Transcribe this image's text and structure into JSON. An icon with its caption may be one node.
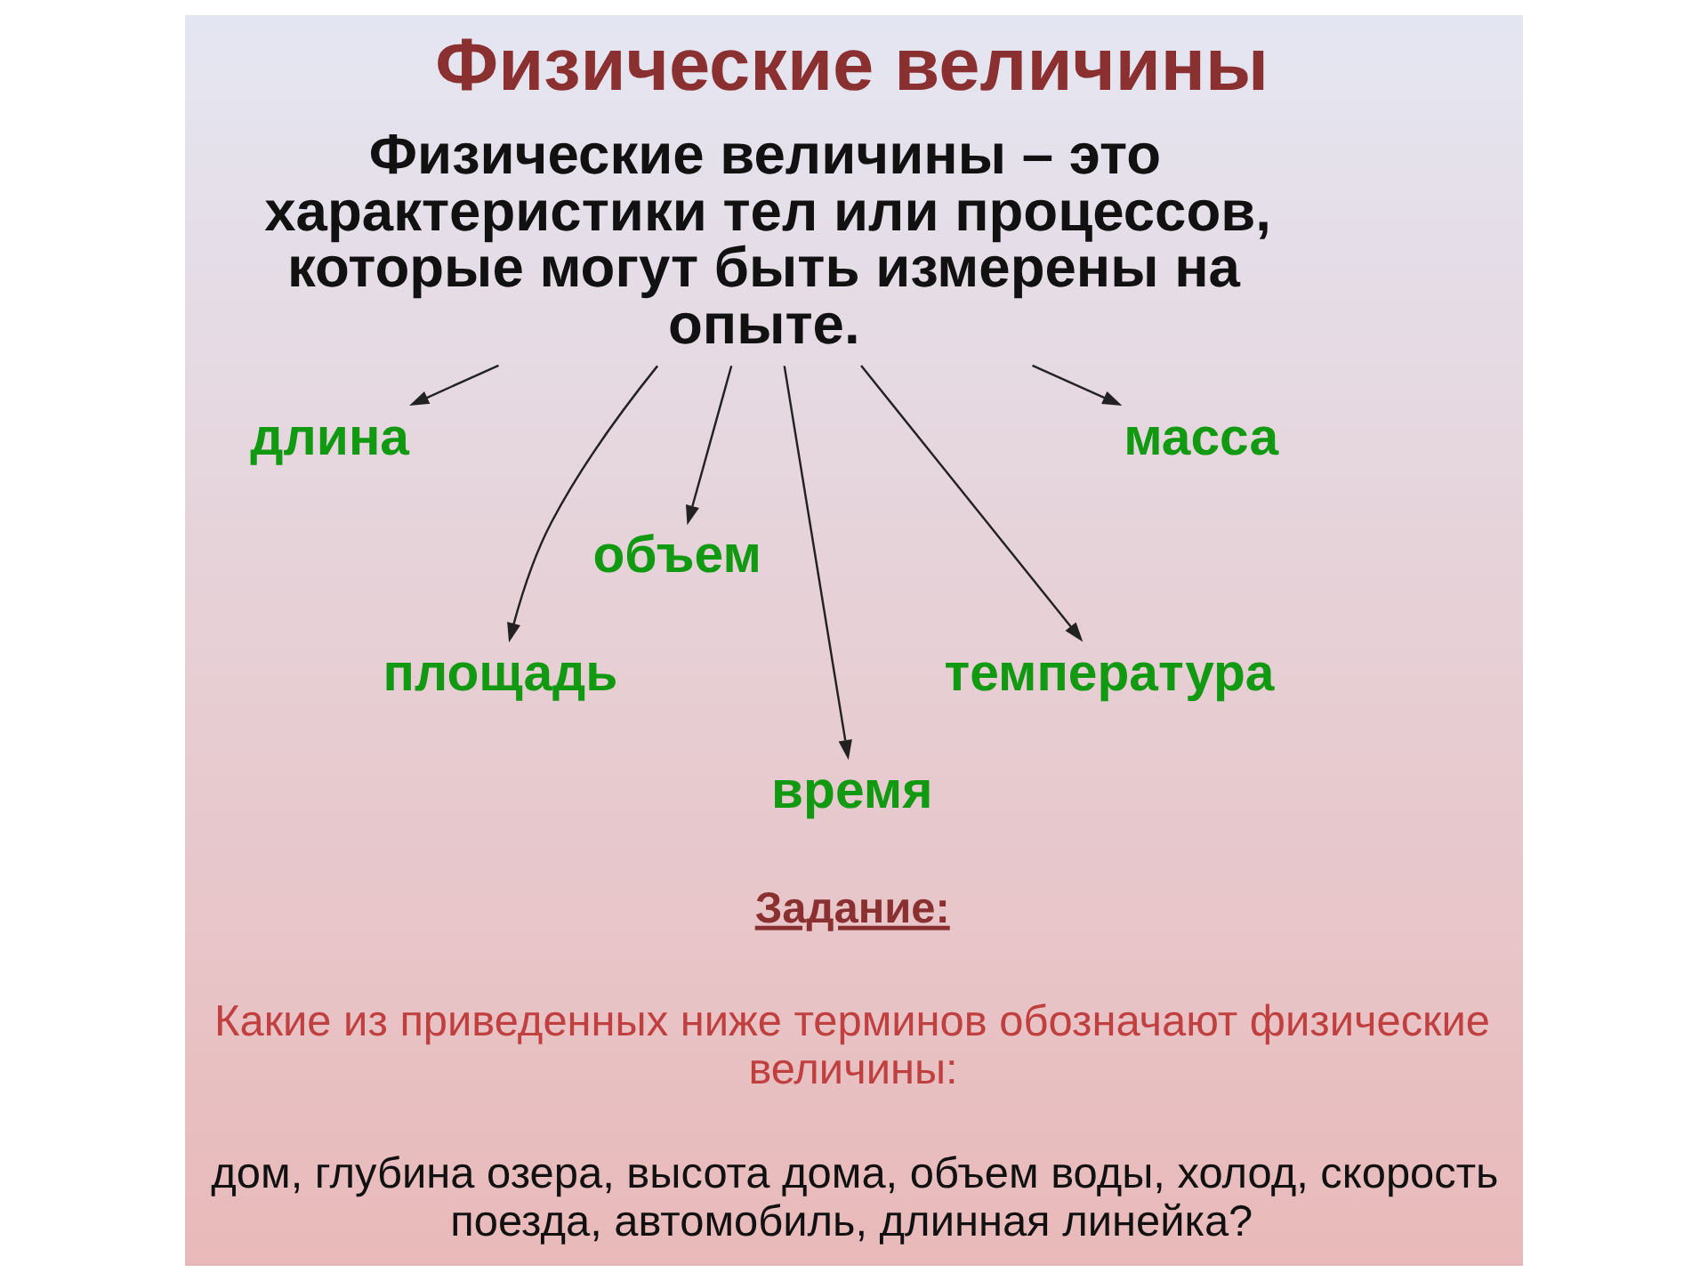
{
  "diagram": {
    "title": "Физические величины",
    "nodes": [
      {
        "text": [
          "Физические величины – это характеристики тел или процессов, которые могут быть измерены на опыте."
        ]
      },
      {
        "text": [
          "длина"
        ]
      },
      {
        "text": [
          "площадь"
        ]
      },
      {
        "text": [
          "объем"
        ]
      },
      {
        "text": [
          "время"
        ]
      },
      {
        "text": [
          "температура"
        ]
      },
      {
        "text": [
          "масса"
        ]
      }
    ],
    "edges": [
      {
        "from": 0,
        "to": 1,
        "arrow": "to"
      },
      {
        "from": 0,
        "to": 2,
        "arrow": "to"
      },
      {
        "from": 0,
        "to": 3,
        "arrow": "to"
      },
      {
        "from": 0,
        "to": 4,
        "arrow": "to"
      },
      {
        "from": 0,
        "to": 5,
        "arrow": "to"
      },
      {
        "from": 0,
        "to": 6,
        "arrow": "to"
      }
    ],
    "labels": [
      "Задание:",
      "Какие из приведенных ниже терминов обозначают физические величины:",
      "дом, глубина озера, высота дома, объем воды, холод, скорость поезда, автомобиль, длинная линейка?"
    ]
  }
}
